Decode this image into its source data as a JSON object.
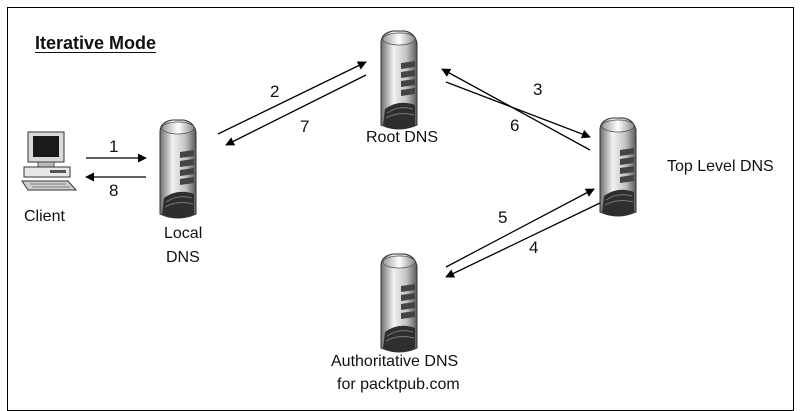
{
  "diagram": {
    "title": "Iterative Mode",
    "nodes": {
      "client": "Client",
      "local_dns_line1": "Local",
      "local_dns_line2": "DNS",
      "root_dns": "Root DNS",
      "top_level_dns": "Top Level DNS",
      "authoritative_line1": "Authoritative DNS",
      "authoritative_line2": "for packtpub.com"
    },
    "steps": {
      "s1": "1",
      "s2": "2",
      "s3": "3",
      "s4": "4",
      "s5": "5",
      "s6": "6",
      "s7": "7",
      "s8": "8"
    }
  }
}
